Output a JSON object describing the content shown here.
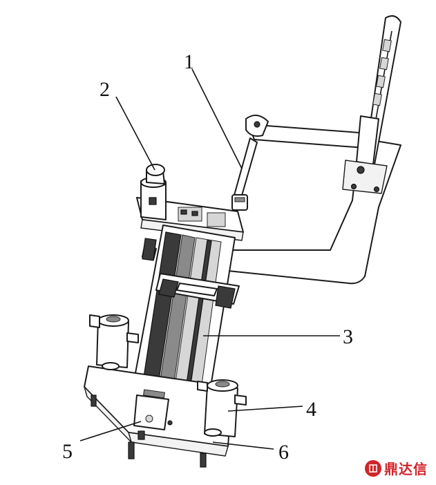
{
  "figure": {
    "labels": [
      "1",
      "2",
      "3",
      "4",
      "5",
      "6"
    ]
  },
  "watermark": {
    "text": "鼎达信",
    "logo_icon": "seal-logo-icon",
    "color": "#d0242b"
  }
}
